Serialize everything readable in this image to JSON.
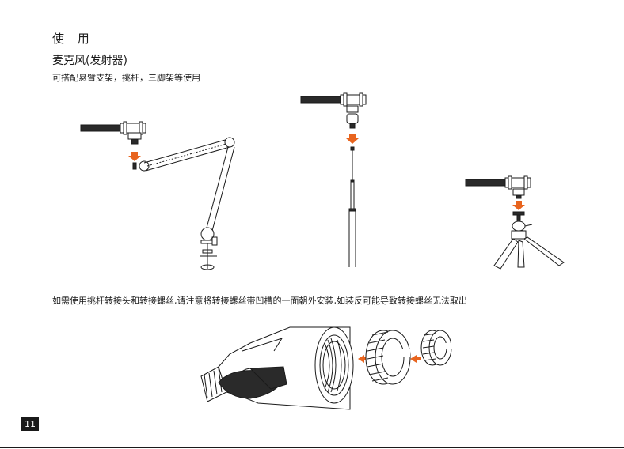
{
  "section": {
    "title": "使 用"
  },
  "microphone": {
    "subtitle": "麦克风(发射器)",
    "intro": "可搭配悬臂支架，挑杆，三脚架等使用"
  },
  "adapter_note": "如需使用挑杆转接头和转接螺丝,请注意将转接螺丝带凹槽的一面朝外安装,如装反可能导致转接螺丝无法取出",
  "page": {
    "number": "11"
  },
  "colors": {
    "arrow": "#e8641e",
    "line": "#1a1a1a"
  }
}
